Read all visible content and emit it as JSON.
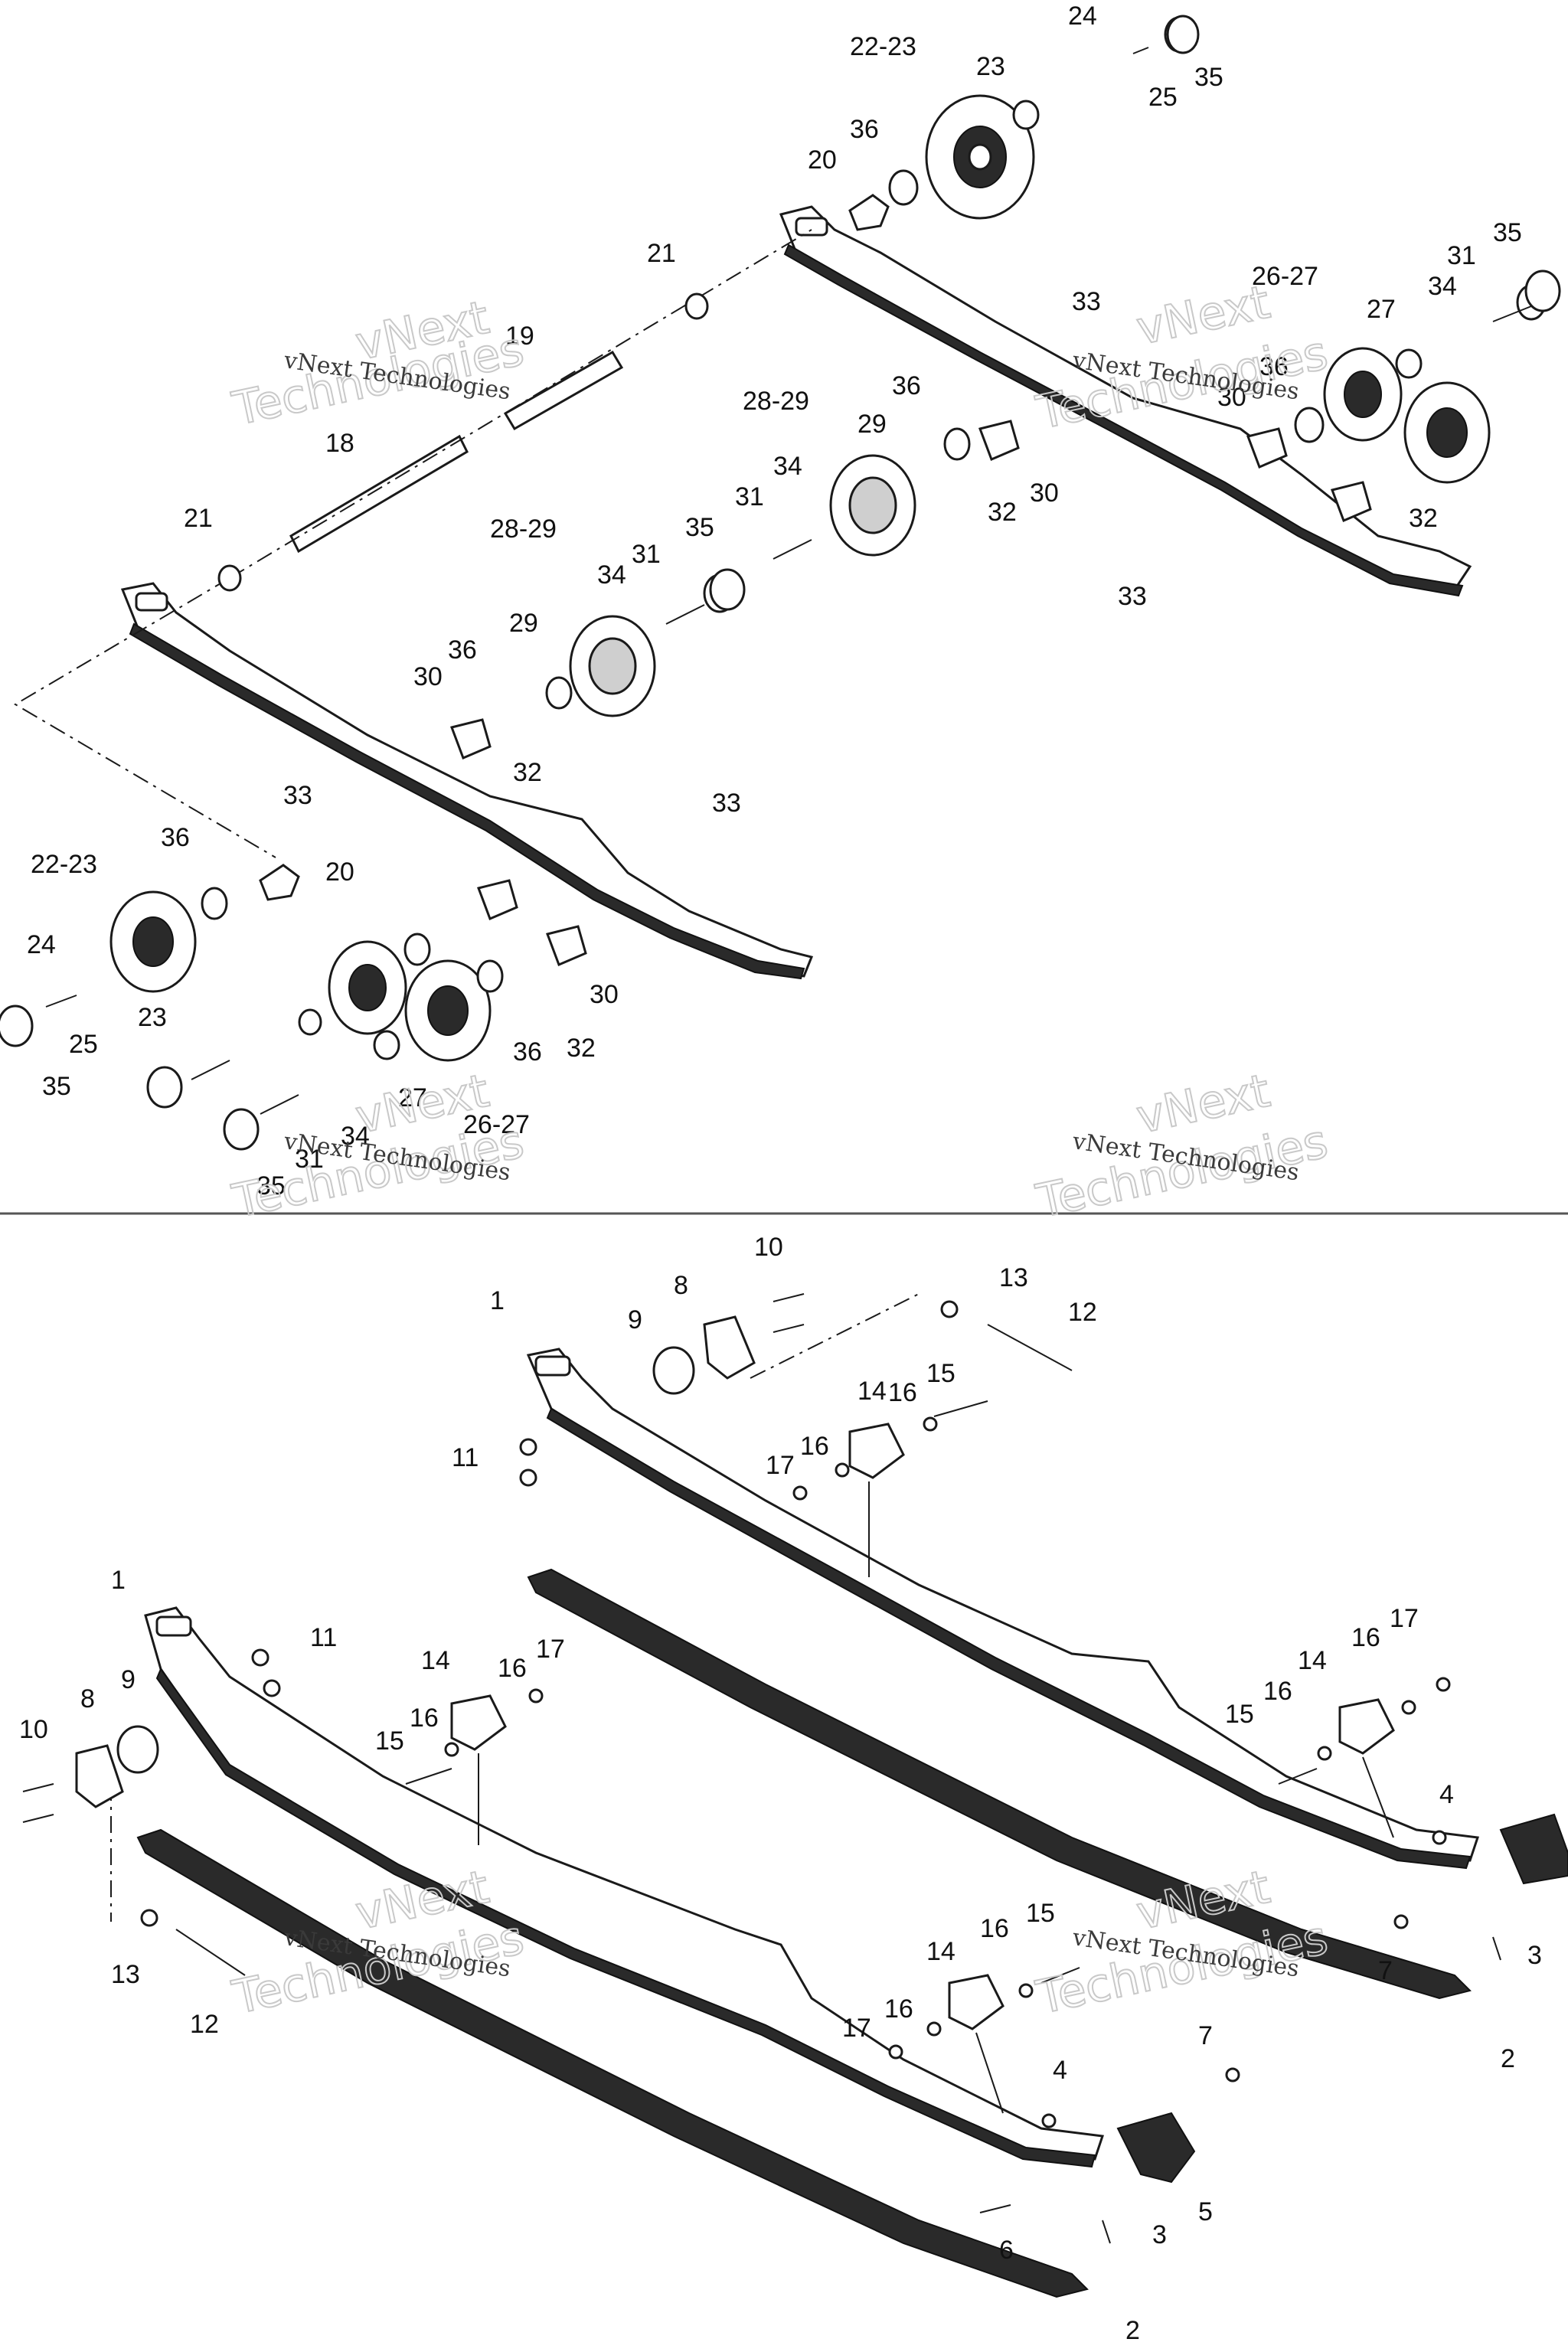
{
  "watermarks": [
    {
      "line1": "vNext",
      "line2": "Technologies",
      "caption": "vNext Technologies"
    },
    {
      "line1": "vNext",
      "line2": "Technologies",
      "caption": "vNext Technologies"
    },
    {
      "line1": "vNext",
      "line2": "Technologies",
      "caption": "vNext Technologies"
    },
    {
      "line1": "vNext",
      "line2": "Technologies",
      "caption": "vNext Technologies"
    },
    {
      "line1": "vNext",
      "line2": "Technologies",
      "caption": "vNext Technologies"
    },
    {
      "line1": "vNext",
      "line2": "Technologies",
      "caption": "vNext Technologies"
    }
  ],
  "callouts_top": [
    "24",
    "22-23",
    "23",
    "25",
    "35",
    "36",
    "20",
    "21",
    "19",
    "18",
    "33",
    "26-27",
    "31",
    "35",
    "34",
    "27",
    "36",
    "30",
    "32",
    "33",
    "28-29",
    "36",
    "29",
    "30",
    "32",
    "34",
    "31",
    "35",
    "21",
    "28-29",
    "34",
    "31",
    "36",
    "29",
    "30",
    "32",
    "33",
    "33",
    "22-23",
    "36",
    "20",
    "24",
    "25",
    "23",
    "35",
    "30",
    "32",
    "36",
    "27",
    "26-27",
    "34",
    "31",
    "35"
  ],
  "callouts_bottom": [
    "10",
    "13",
    "12",
    "1",
    "8",
    "9",
    "11",
    "14",
    "16",
    "15",
    "17",
    "16",
    "1",
    "11",
    "9",
    "8",
    "10",
    "14",
    "16",
    "17",
    "15",
    "16",
    "13",
    "12",
    "14",
    "16",
    "17",
    "15",
    "16",
    "4",
    "7",
    "3",
    "2",
    "14",
    "16",
    "15",
    "17",
    "16",
    "7",
    "4",
    "3",
    "5",
    "6",
    "2"
  ]
}
